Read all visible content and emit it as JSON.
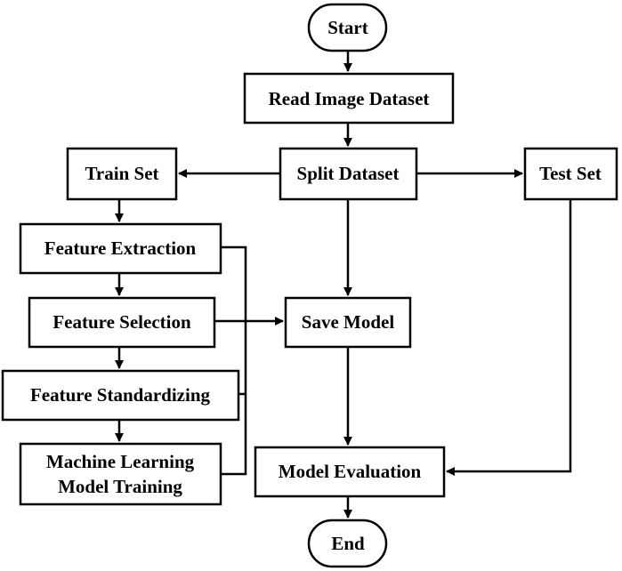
{
  "nodes": {
    "start": "Start",
    "read_image_dataset": "Read Image Dataset",
    "split_dataset": "Split Dataset",
    "train_set": "Train Set",
    "test_set": "Test Set",
    "feature_extraction": "Feature Extraction",
    "feature_selection": "Feature Selection",
    "feature_standardizing": "Feature Standardizing",
    "ml_training_line1": "Machine Learning",
    "ml_training_line2": "Model Training",
    "save_model": "Save Model",
    "model_evaluation": "Model Evaluation",
    "end": "End"
  },
  "colors": {
    "stroke": "#000000",
    "fill": "#ffffff",
    "text": "#000000"
  }
}
